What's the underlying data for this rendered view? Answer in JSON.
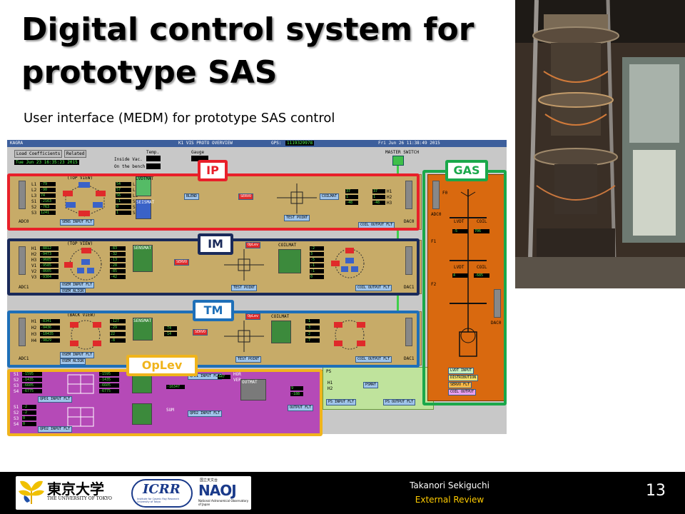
{
  "slide": {
    "title": "Digital control system for prototype SAS",
    "subtitle": "User interface (MEDM) for prototype SAS control"
  },
  "medm": {
    "topbar_left": "KAGRA",
    "topbar_center": "K1 VIS PROTO OVERVIEW",
    "gps_label": "GPS:",
    "gps_value": "1119329978",
    "datetime": "Fri Jun 26 11:38:49 2015",
    "load_button": "Load Coefficients",
    "related_button": "Related",
    "load_time": "Tue Jun 23 16:35:23 2015",
    "temp_label": "Temp.",
    "gauge_label": "Gauge",
    "inside_vac": "Inside Vac.",
    "on_bench": "On the bench",
    "master_switch": "MASTER SWITCH",
    "ip_stage": {
      "left_values": [
        "-79",
        "-90",
        "74",
        "-2163",
        "-763",
        "1241"
      ],
      "left_labels": [
        "L1",
        "L2",
        "L3",
        "S1",
        "S2",
        "S3"
      ],
      "right_values": [
        "54",
        "57",
        "56",
        "-1",
        "0",
        "1"
      ],
      "right_labels": [
        "L1",
        "L2",
        "L3",
        "S1",
        "S2",
        "S3"
      ],
      "top_view": "(TOP VIEW)",
      "sens_btn": "SENS INPUT FLT",
      "lvdtmat": "LVDTMAT",
      "seismat": "SEISMAT",
      "blend": "BLEND",
      "servo": "SERVO",
      "coilmat": "COILMAT",
      "test_point": "TEST POINT",
      "coil_btn": "COIL OUTPUT FLT",
      "out_values": [
        "37",
        "1",
        "-48"
      ],
      "out_values2": [
        "37",
        "1",
        "-48"
      ],
      "out_labels": [
        "H1",
        "H2",
        "H3"
      ],
      "adc": "ADC0",
      "dac": "DAC0"
    },
    "im_stage": {
      "left_values": [
        "-8812",
        "-9473",
        "-9605",
        "-9585",
        "-8605",
        "-9304"
      ],
      "left_labels": [
        "H1",
        "H2",
        "H3",
        "V1",
        "V2",
        "V3"
      ],
      "right_values": [
        "-83",
        "-32",
        "-13",
        "-28",
        "-85",
        "-42"
      ],
      "top_view": "(TOP VIEW)",
      "osem_btn": "OSEM INPUT FLT",
      "osem_align": "OSEM ALIGN",
      "sensmat": "SENSMAT",
      "servo": "SERVO",
      "oplev": "OpLev",
      "coilmat": "COILMAT",
      "test_point": "TEST POINT",
      "coil_btn": "COIL OUTPUT FLT",
      "out_values": [
        "-2",
        "3",
        "-5",
        "-1",
        "-1",
        "0"
      ],
      "adc": "ADC1",
      "dac": "DAC1"
    },
    "tm_stage": {
      "left_values": [
        "-8341",
        "-9436",
        "-10435",
        "-9829"
      ],
      "left_labels": [
        "H1",
        "H2",
        "H3",
        "H4"
      ],
      "right_values": [
        "-127",
        "-29",
        "22",
        "-8"
      ],
      "back_view": "(BACK VIEW)",
      "osem_btn": "OSEM INPUT FLT",
      "osem_align": "OSEM ALIGN",
      "sensmat": "SENSMAT",
      "servo": "SERVO",
      "oplev": "OpLev",
      "coilmat": "COILMAT",
      "test_point": "TEST POINT",
      "coil_btn": "COIL OUTPUT FLT",
      "mid_values": [
        "-74",
        "-14"
      ],
      "out_values": [
        "-1",
        "-3",
        "-2",
        "-7"
      ],
      "adc": "ADC1",
      "dac": "DAC1"
    },
    "oplev_panel": {
      "left_values1": [
        "-1595",
        "-1435",
        "-6605",
        "-6775"
      ],
      "left_values2": [
        "-2",
        "-2",
        "0",
        "0"
      ],
      "labels": [
        "S1",
        "S2",
        "S3",
        "S4"
      ],
      "right_values1": [
        "-1595",
        "-1435",
        "-6605",
        "-6775"
      ],
      "sum_value": "-16347",
      "qpd1_btn": "QPD1 INPUT FLT",
      "qpd2_btn": "QPD2 INPUT FLT",
      "outmat": "OUTMAT",
      "output_btn": "OUTPUT FLT",
      "hor_label": "HOR",
      "ver_label": "VER",
      "sum_label": "SUM",
      "hor_val": "447",
      "ver_val": "-188",
      "v_val": "9"
    },
    "ps_panel": {
      "label": "PS",
      "psmat": "PSMAT",
      "h1": "H1",
      "h2": "H2",
      "in_btn": "PS INPUT FLT",
      "out_btn": "PS OUTPUT FLT"
    },
    "gas_panel": {
      "label": "GAS",
      "lvdt_label": "LVDT",
      "coil_label": "COIL",
      "values_f1": [
        "-5",
        "706"
      ],
      "values_f2": [
        "4",
        "-685"
      ],
      "f0": "F0",
      "f1": "F1",
      "f2": "F2",
      "adc": "ADC0",
      "dac": "DAC0",
      "buttons": [
        "LVDT INPUT",
        "DISTRIBUTION",
        "SERVO FLT",
        "COIL OUTPUT"
      ]
    }
  },
  "highlights": {
    "ip": "IP",
    "im": "IM",
    "tm": "TM",
    "oplev": "OpLev",
    "gas": "GAS",
    "colors": {
      "ip": "#e8202a",
      "im": "#1a2a5a",
      "tm": "#1e6fb8",
      "oplev": "#f0b41c",
      "gas": "#1aa84a"
    }
  },
  "footer": {
    "presenter": "Takanori Sekiguchi",
    "review": "External Review",
    "page_number": "13",
    "logo_utokyo_jp": "東京大学",
    "logo_utokyo_en": "THE UNIVERSITY OF TOKYO",
    "logo_icrr": "ICRR",
    "logo_icrr_sub": "Institute for Cosmic Ray Research University of Tokyo",
    "logo_naoj": "NAOJ",
    "logo_naoj_sub": "National Astronomical Observatory of Japan",
    "logo_naoj_jp": "国立天文台"
  }
}
